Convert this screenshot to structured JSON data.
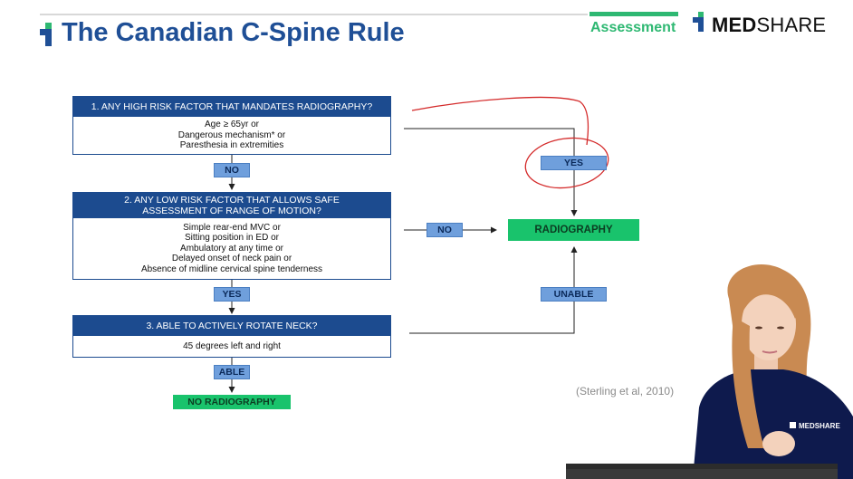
{
  "header": {
    "title": "The Canadian C-Spine Rule",
    "section": "Assessment",
    "logo_bold": "MED",
    "logo_light": "SHARE",
    "accent_color": "#2eb872",
    "title_color": "#1f4f96"
  },
  "flowchart": {
    "q1": {
      "heading": "1. ANY HIGH RISK FACTOR THAT MANDATES RADIOGRAPHY?",
      "items": [
        "Age ≥ 65yr or",
        "Dangerous mechanism* or",
        "Paresthesia in extremities"
      ]
    },
    "q1_no": "NO",
    "q2": {
      "heading_line1": "2. ANY LOW RISK FACTOR THAT ALLOWS SAFE",
      "heading_line2": "ASSESSMENT OF RANGE OF MOTION?",
      "items": [
        "Simple rear-end MVC or",
        "Sitting position in ED or",
        "Ambulatory at any time or",
        "Delayed onset of neck pain or",
        "Absence of midline cervical spine tenderness"
      ]
    },
    "q2_yes": "YES",
    "q3": {
      "heading": "3. ABLE TO ACTIVELY ROTATE NECK?",
      "items": [
        "45 degrees left and right"
      ]
    },
    "q3_able": "ABLE",
    "no_radiography": "NO RADIOGRAPHY",
    "yes_label": "YES",
    "no_label": "NO",
    "unable_label": "UNABLE",
    "radiography": "RADIOGRAPHY"
  },
  "citation": "(Sterling et al, 2010)",
  "presenter_badge": "MEDSHARE"
}
